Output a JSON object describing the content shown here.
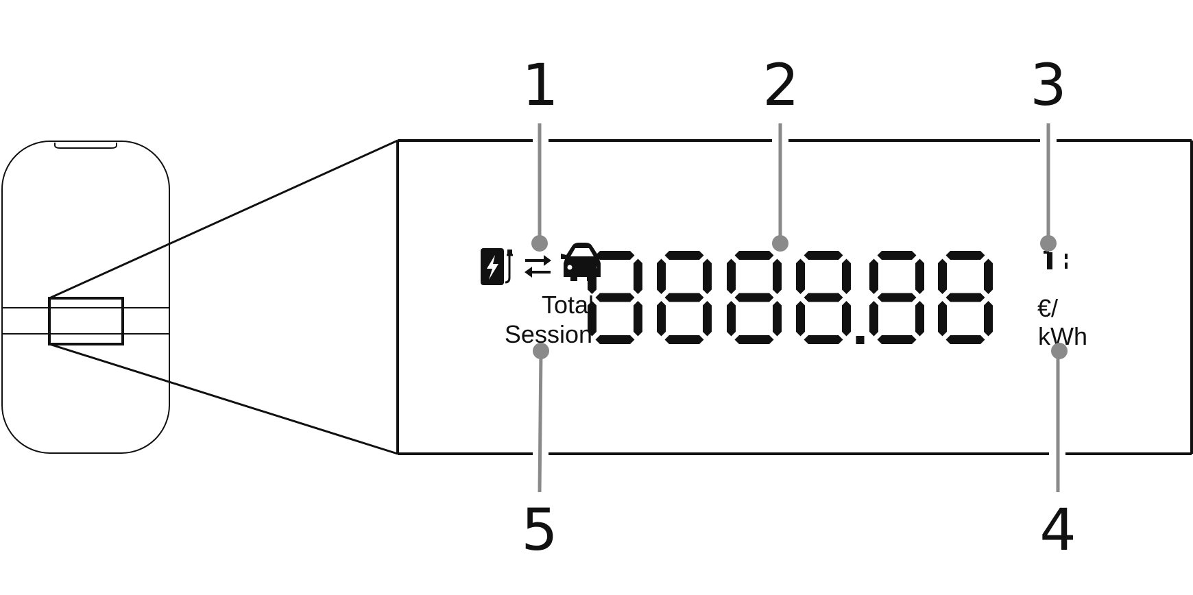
{
  "diagram": {
    "callouts": [
      {
        "id": "1",
        "label": "1",
        "target": "status-icons"
      },
      {
        "id": "2",
        "label": "2",
        "target": "digit-display"
      },
      {
        "id": "3",
        "label": "3",
        "target": "time-indicator"
      },
      {
        "id": "4",
        "label": "4",
        "target": "unit-label"
      },
      {
        "id": "5",
        "label": "5",
        "target": "mode-label"
      }
    ],
    "display": {
      "mode_total": "Total",
      "mode_session": "Session",
      "unit_line1": "€/",
      "unit_line2": "kWh",
      "digits": "8888.88"
    },
    "icons": [
      "charging-station-icon",
      "bidirectional-arrows-icon",
      "car-icon"
    ],
    "colors": {
      "line": "#111111",
      "callout": "#8a8a8a",
      "background": "#ffffff"
    }
  }
}
